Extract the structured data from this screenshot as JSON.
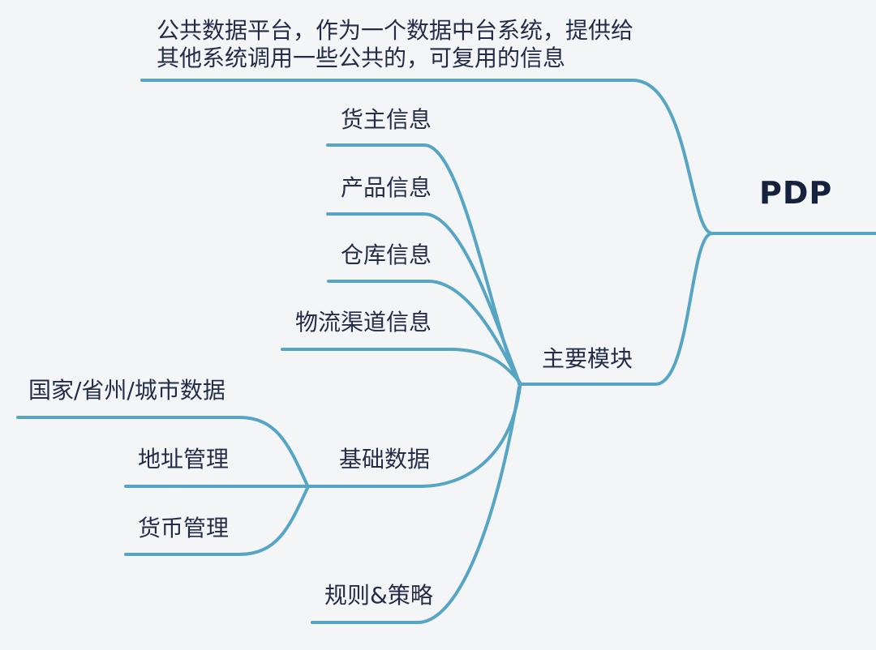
{
  "colors": {
    "background": "#f4f5f7",
    "connector": "#57a5c5",
    "text": "#232d49",
    "root_text": "#15213d"
  },
  "mindmap": {
    "root": {
      "label": "PDP"
    },
    "note": {
      "label": "公共数据平台，作为一个数据中台系统，提供给\n其他系统调用一些公共的，可复用的信息"
    },
    "branches": {
      "main_modules": {
        "label": "主要模块",
        "children": {
          "shipper_info": {
            "label": "货主信息"
          },
          "product_info": {
            "label": "产品信息"
          },
          "warehouse_info": {
            "label": "仓库信息"
          },
          "logistics_channel_info": {
            "label": "物流渠道信息"
          },
          "basic_data": {
            "label": "基础数据",
            "children": {
              "country_state_city_data": {
                "label": "国家/省州/城市数据"
              },
              "address_management": {
                "label": "地址管理"
              },
              "currency_management": {
                "label": "货币管理"
              }
            }
          },
          "rules_and_strategy": {
            "label": "规则&策略"
          }
        }
      }
    }
  }
}
